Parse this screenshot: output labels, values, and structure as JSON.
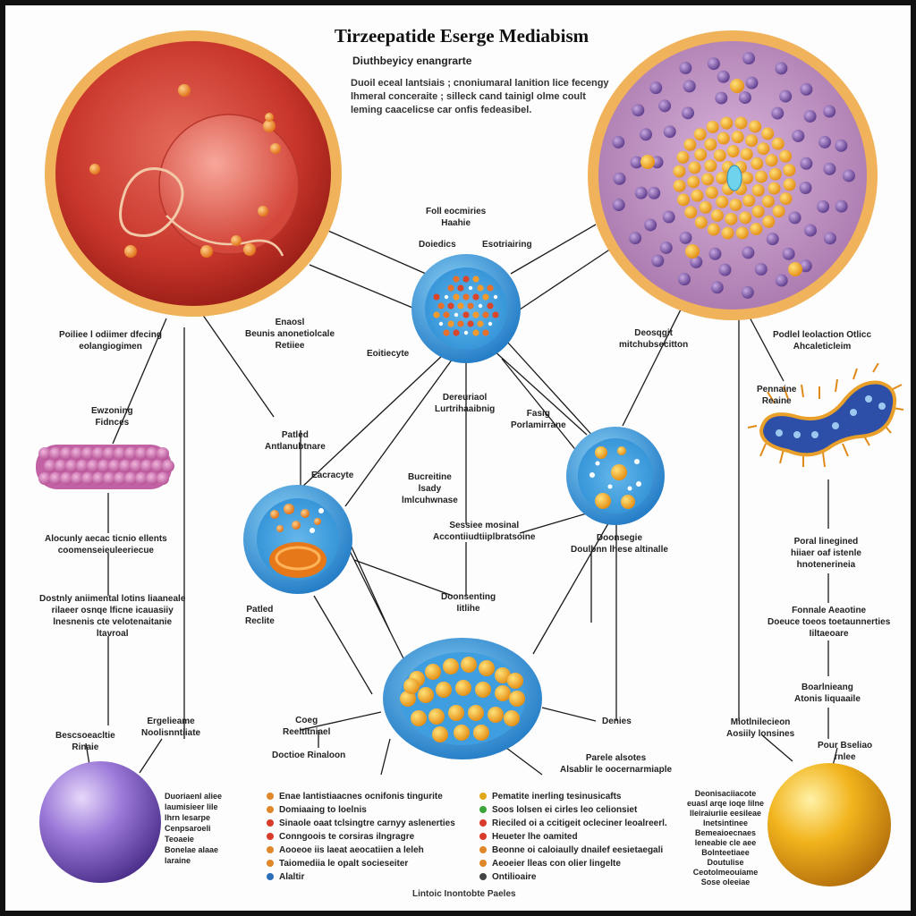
{
  "title": "Tirzeepatide Eserge Mediabism",
  "subtitle": "Diuthbeyicy enangrarte",
  "intro": [
    "Duoil eceal lantsiais ; cnoniumaral lanition lice fecengy",
    "lhmeral conceraite ; silleck cand tainigl olme coult",
    "leming caacelicse car onfis fedeasibel."
  ],
  "labels": {
    "top_center": [
      "Foll eocmiries",
      "Haahie"
    ],
    "hub_left": [
      "Doiedics"
    ],
    "hub_right": [
      "Esotriairing"
    ],
    "left_big_note": [
      "Poiliee l odiimer dfecing",
      "eolangiogimen"
    ],
    "center_note1": [
      "Enaosl",
      "Beunis anonetiolcale",
      "Retiiee"
    ],
    "right_note1": [
      "Deosqgit",
      "mitchubsecitton"
    ],
    "right_note2": [
      "Podlel leolaction Otlicc",
      "Ahcaleticleim"
    ],
    "eositecyte": [
      "Eoitiecyte"
    ],
    "enzoning": [
      "Ewzoning",
      "Fidnces"
    ],
    "center_note2": [
      "Dereuriaol",
      "Lurtrihaaibnig"
    ],
    "fasig": [
      "Fasig",
      "Porlamirrane"
    ],
    "parled": [
      "Patled",
      "Antlanubtnare"
    ],
    "earaocyte": [
      "Eacracyte"
    ],
    "baratine": [
      "Bucreitine",
      "lsady",
      "lmlcuhwnase"
    ],
    "pennine": [
      "Pennaine",
      "Reaine"
    ],
    "absounty": [
      "Alocunly aecac ticnio ellents",
      "coomenseieuleeriecue"
    ],
    "sesome": [
      "Sessiee mosinal",
      "Accontiiudtiiplbratsoine"
    ],
    "doonsegic": [
      "Doonsegie",
      "Doulbnn lhese altinalle"
    ],
    "drawly": [
      "Dostnly aniimental lotins liaaneale",
      "rilaeer osnqe lficne icauasiiy",
      "lnesnenis cte velotenaitanie",
      "ltavroal"
    ],
    "portel": [
      "Poral linegined",
      "hiiaer oaf istenle",
      "hnotenerineia"
    ],
    "pariet": [
      "Patled",
      "Reclite"
    ],
    "deensetting": [
      "Doonsenting",
      "Iitlihe"
    ],
    "formole": [
      "Fonnale Aeaotine",
      "Doeuce toeos toetaunnerties",
      "Iiltaeoare"
    ],
    "beaa": [
      "Boarlnieang",
      "Atonis liquaaile"
    ],
    "prebo": [
      "Bescsoeacltie",
      "Rinaie"
    ],
    "ergele": [
      "Ergelieame",
      "Noolisnntiiate"
    ],
    "coeg": [
      "Coeg",
      "Reeltitniael"
    ],
    "doettiee": [
      "Doctioe Rinaloon"
    ],
    "denies": [
      "Denies"
    ],
    "parele": [
      "Parele alsotes",
      "Alsablir le oocernarmiaple"
    ],
    "miotsieei": [
      "Miotlnilecieon",
      "Aosiily lonsines"
    ],
    "pouer": [
      "Pour Bseliao",
      "rnlee"
    ],
    "purple_note": [
      "Duoriaenl aliee",
      "laumisieer lile",
      "lhrn lesarpe",
      "Cenpsaroeli",
      "Teoaeie",
      "Bonelae alaae",
      "laraine"
    ],
    "gold_note": [
      "Deonisaciiacote",
      "euasl arqe ioqe lilne",
      "lleiraiuriie eesileae",
      "Inetsintinee",
      "Bemeaioecnaes",
      "leneabie cle aee",
      "Bolnteetiaee",
      "Doutulise",
      "Ceotolmeouiame",
      "Sose oleeiae"
    ]
  },
  "legend": {
    "left": [
      {
        "text": "Enae lantistiaacnes ocnifonis tingurite",
        "color": "#e0872a"
      },
      {
        "text": "Domiaaing to loelnis",
        "color": "#e0872a"
      },
      {
        "text": "Sinaole oaat tclsingtre carnyy aslenerties",
        "color": "#d93b2b"
      },
      {
        "text": "Conngoois te corsiras ilngragre",
        "color": "#d93b2b"
      },
      {
        "text": "Aooeoe iis laeat aeocatiien a leleh",
        "color": "#e0872a"
      },
      {
        "text": "Taiomediia le opalt socieseiter",
        "color": "#e0872a"
      },
      {
        "text": "Alaltir",
        "color": "#2a6fb8"
      }
    ],
    "right": [
      {
        "text": "Pematite inerling tesinusicafts",
        "color": "#e0a81a"
      },
      {
        "text": "Soos lolsen ei cirles leo celionsiet",
        "color": "#3aa63a"
      },
      {
        "text": "Rieciled oi a ccitigeit ocleciner leoalreerl.",
        "color": "#d93b2b"
      },
      {
        "text": "Heueter lhe oamited",
        "color": "#d93b2b"
      },
      {
        "text": "Beonne oi caloiaully dnailef eesietaegali",
        "color": "#e0872a"
      },
      {
        "text": "Aeoeier lleas con olier lingelte",
        "color": "#e0872a"
      },
      {
        "text": "Ontilioaire",
        "color": "#444444"
      }
    ]
  },
  "footer": "Lintoic Inontobte Paeles",
  "colors": {
    "red_cell": "#c9362b",
    "purple_cell": "#b889bc",
    "blue_cell": "#3a9ad8",
    "gold": "#f2b41d",
    "violet_sphere": "#8a63c8",
    "line": "#1a1a1a"
  }
}
